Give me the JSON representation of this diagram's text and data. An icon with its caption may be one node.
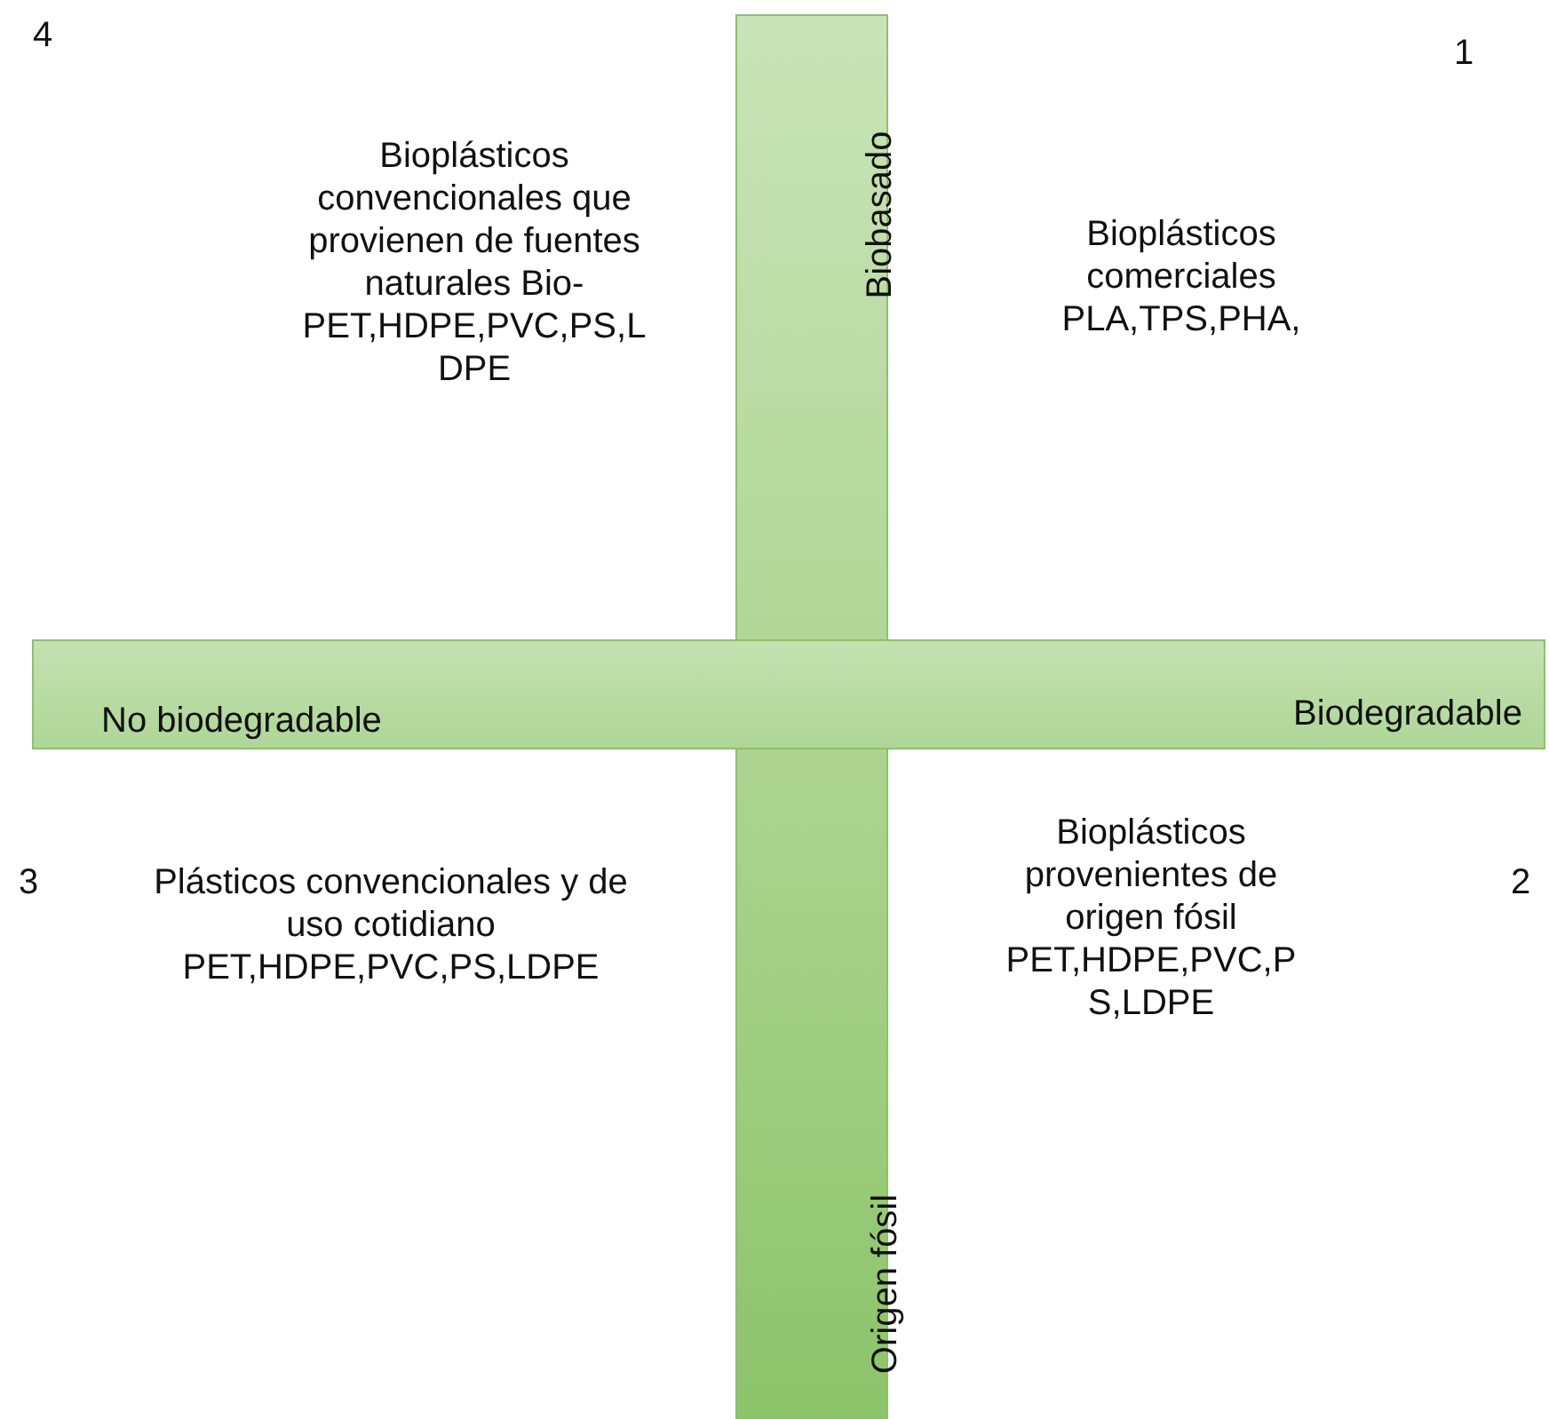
{
  "diagram": {
    "nodes": [
      {
        "text": [
          "Biobasado",
          "Origen fósil"
        ]
      },
      {
        "text": [
          "No biodegradable",
          "Biodegradable"
        ]
      }
    ],
    "labels": [
      "4",
      "1",
      "Bioplásticos convencionales que provienen de fuentes naturales Bio-PET,HDPE,PVC,PS,LDPE",
      "Bioplásticos comerciales PLA,TPS,PHA,",
      "3",
      "2",
      "Plásticos convencionales y de uso cotidiano PET,HDPE,PVC,PS,LDPE",
      "Bioplásticos provenientes de origen fósil PET,HDPE,PVC,PS,LDPE"
    ]
  }
}
